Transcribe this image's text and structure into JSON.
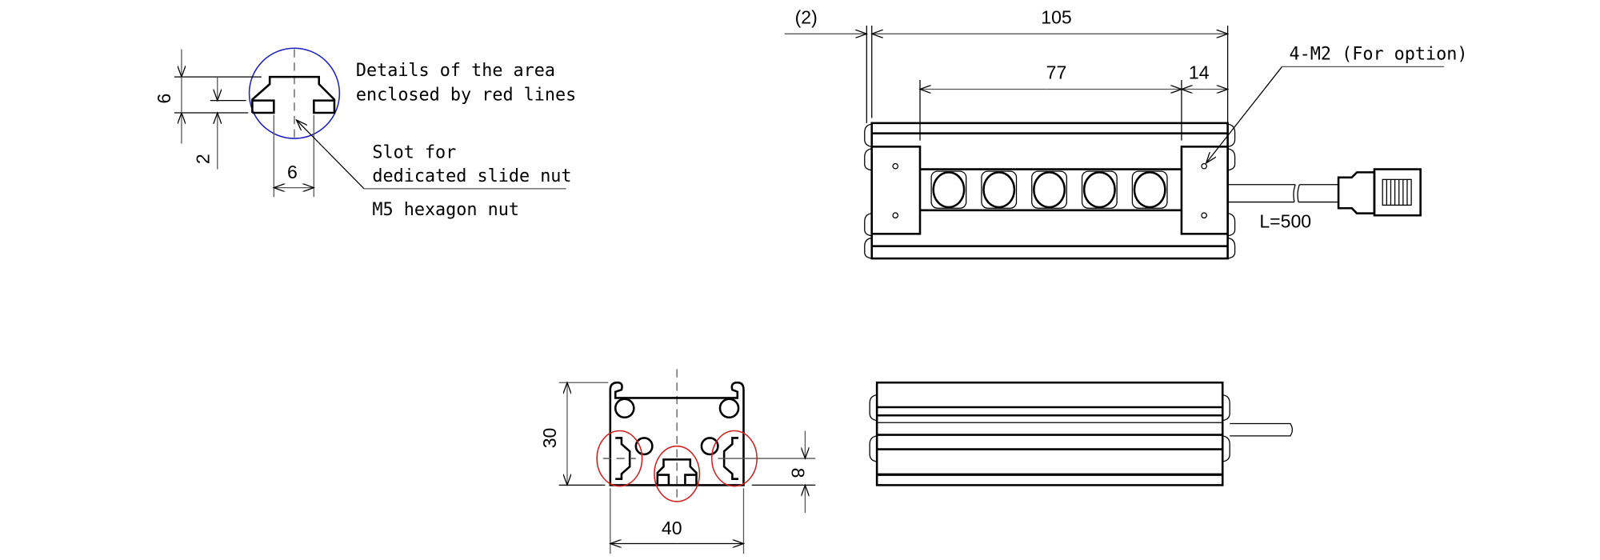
{
  "detail": {
    "caption_line1": "Details of the area",
    "caption_line2": "enclosed by red lines",
    "slot_line1": "Slot for",
    "slot_line2": "dedicated slide nut",
    "nut_label": "M5 hexagon nut",
    "dim_height": "6",
    "dim_lip": "2",
    "dim_width": "6"
  },
  "front_view": {
    "dim_offset": "(2)",
    "dim_length": "105",
    "dim_led_span": "77",
    "dim_end": "14",
    "screw_label": "4-M2 (For option)",
    "cable_length": "L=500",
    "led_count": 5
  },
  "section_view": {
    "dim_height": "30",
    "dim_width": "40",
    "dim_slot": "8"
  },
  "colors": {
    "detail_circle": "#2020c0",
    "highlight_circle": "#d02020"
  }
}
